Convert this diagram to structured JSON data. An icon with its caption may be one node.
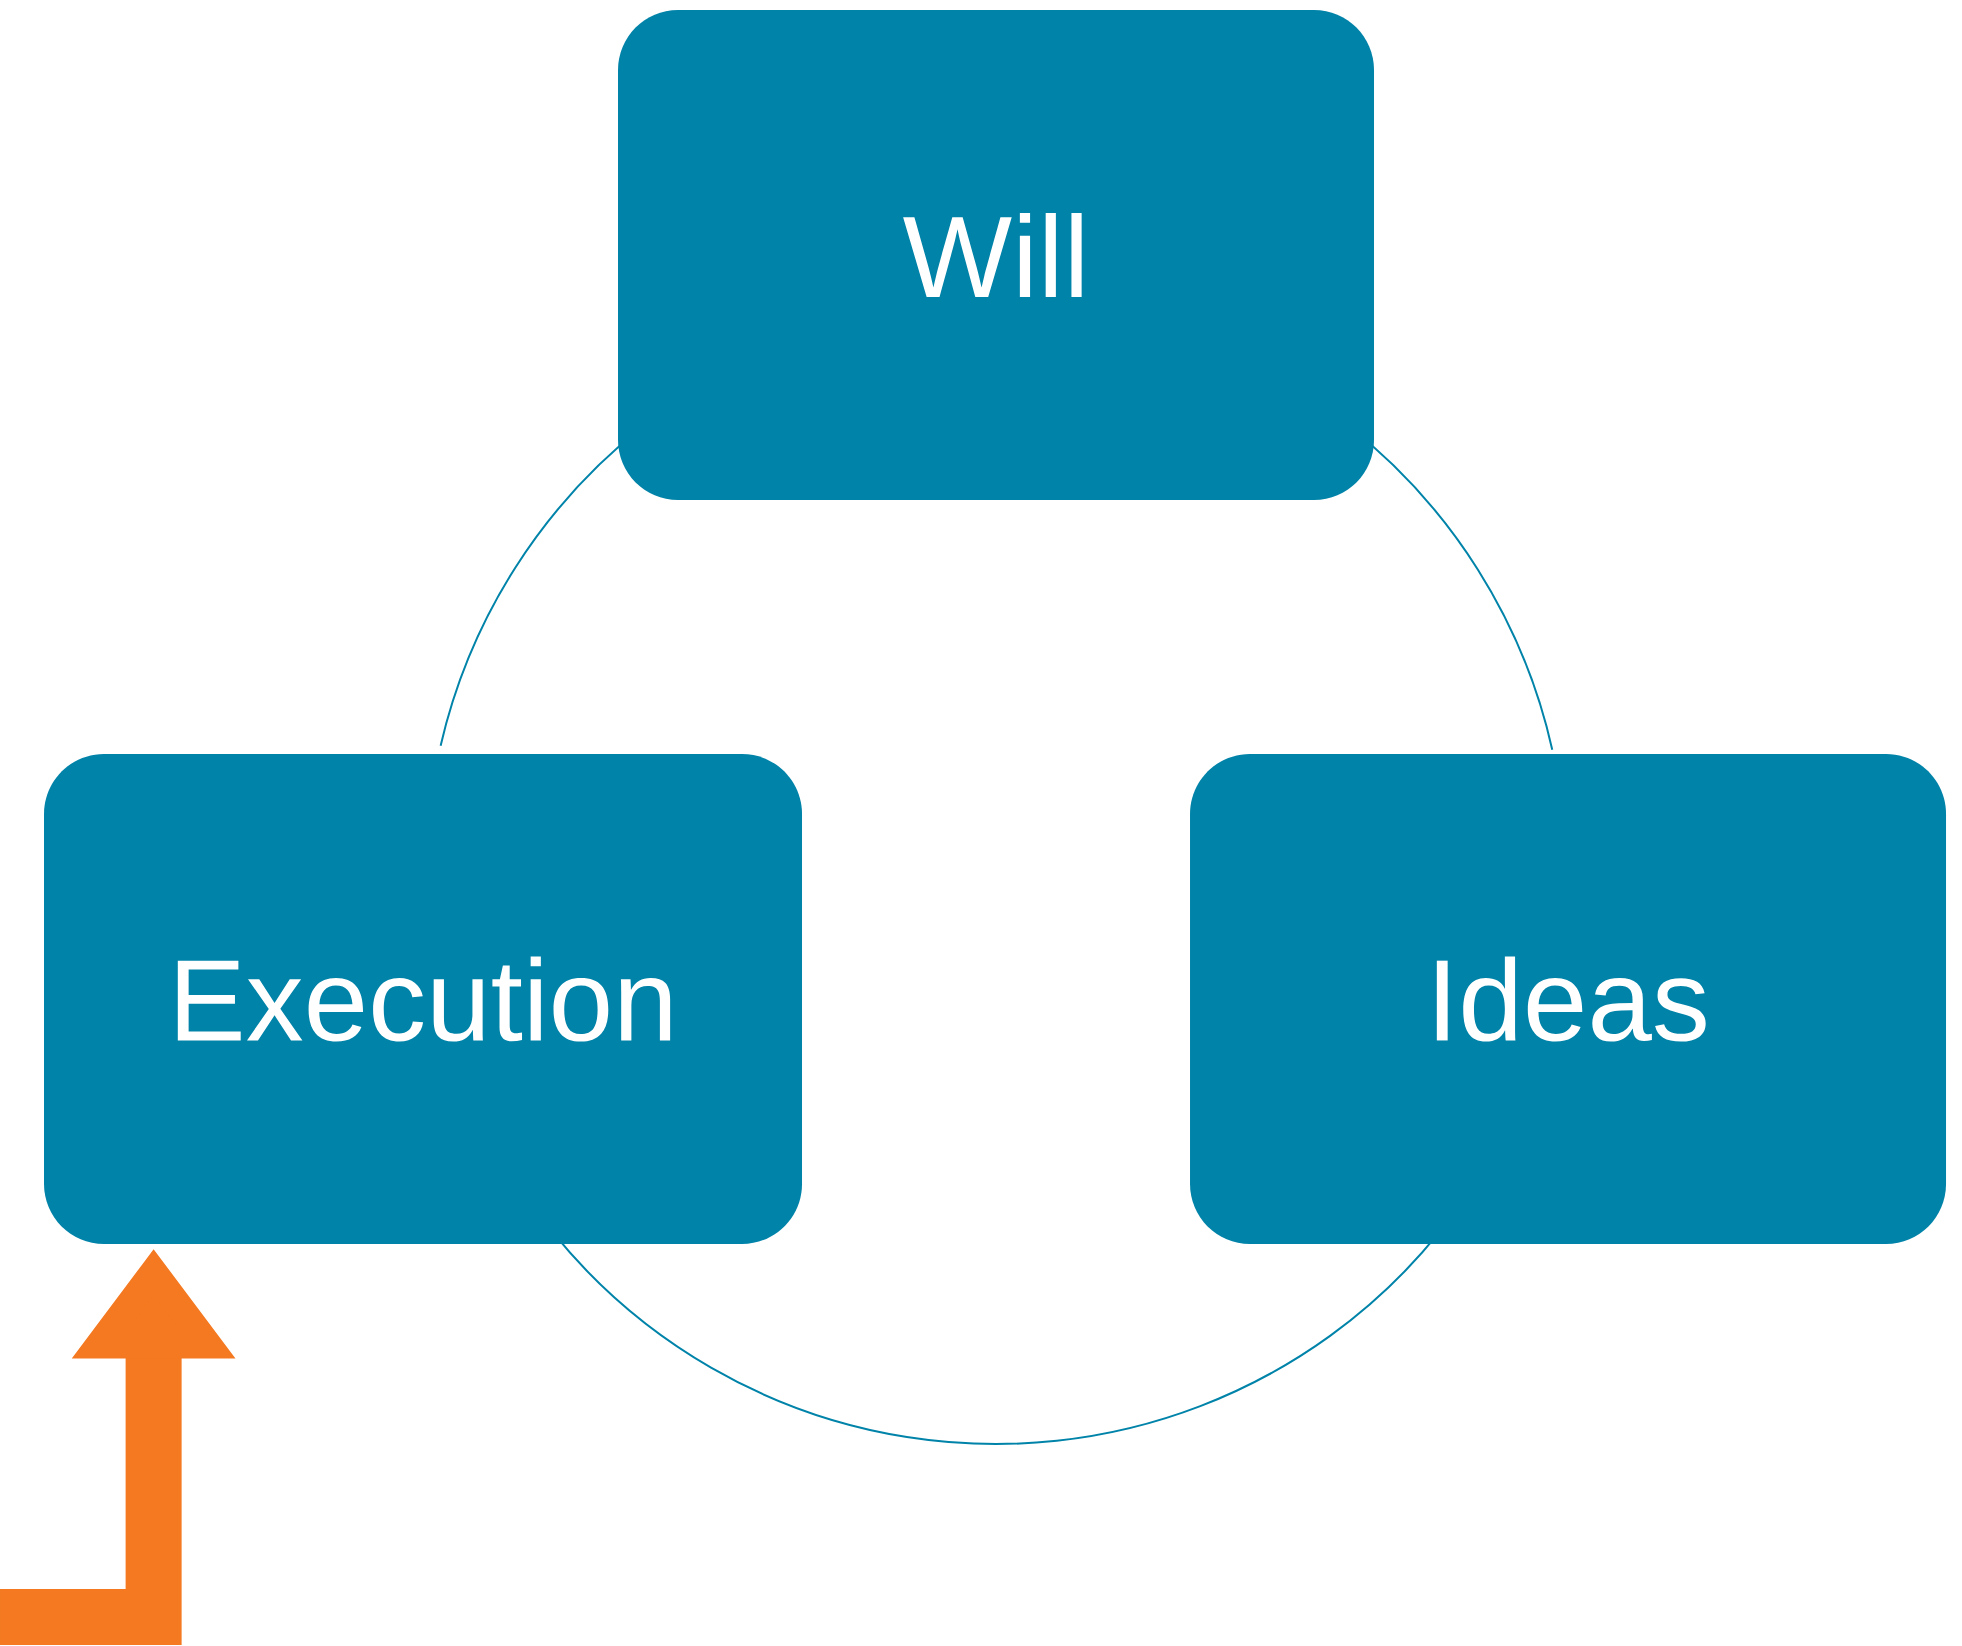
{
  "diagram": {
    "nodes": [
      {
        "text": [
          "Will"
        ]
      },
      {
        "text": [
          "Execution"
        ]
      },
      {
        "text": [
          "Ideas"
        ]
      }
    ],
    "edges": [
      {
        "from": 0,
        "to": 2,
        "arrow": "none"
      },
      {
        "from": 2,
        "to": 1,
        "arrow": "none"
      },
      {
        "from": 1,
        "to": 0,
        "arrow": "none"
      },
      {
        "from": null,
        "to": 1,
        "arrow": "to",
        "style": "thick",
        "color": "#f47920"
      }
    ]
  }
}
